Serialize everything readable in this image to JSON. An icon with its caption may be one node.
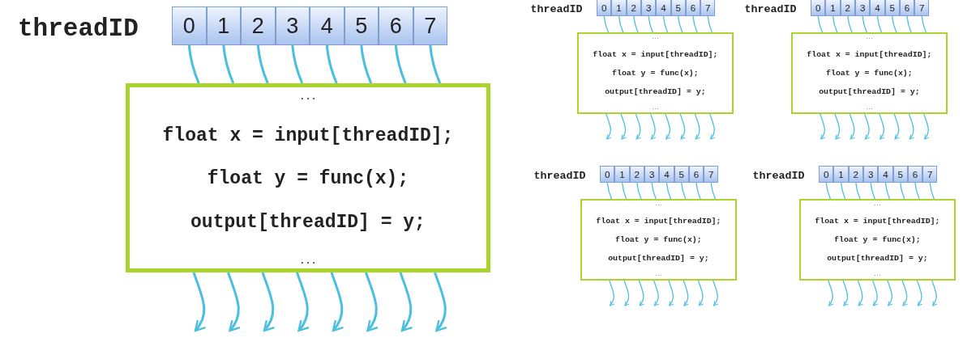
{
  "diagram": {
    "nodes": [
      {
        "text": [
          "0"
        ]
      },
      {
        "text": [
          "1"
        ]
      },
      {
        "text": [
          "2"
        ]
      },
      {
        "text": [
          "3"
        ]
      },
      {
        "text": [
          "4"
        ]
      },
      {
        "text": [
          "5"
        ]
      },
      {
        "text": [
          "6"
        ]
      },
      {
        "text": [
          "7"
        ]
      },
      {
        "text": [
          "...",
          "float x = input[threadID];",
          "float y = func(x);",
          "output[threadID] = y;",
          "..."
        ]
      },
      {
        "text": [
          "0"
        ]
      },
      {
        "text": [
          "1"
        ]
      },
      {
        "text": [
          "2"
        ]
      },
      {
        "text": [
          "3"
        ]
      },
      {
        "text": [
          "4"
        ]
      },
      {
        "text": [
          "5"
        ]
      },
      {
        "text": [
          "6"
        ]
      },
      {
        "text": [
          "7"
        ]
      },
      {
        "text": [
          "...",
          "float x = input[threadID];",
          "float y = func(x);",
          "output[threadID] = y;",
          "..."
        ]
      },
      {
        "text": [
          "0"
        ]
      },
      {
        "text": [
          "1"
        ]
      },
      {
        "text": [
          "2"
        ]
      },
      {
        "text": [
          "3"
        ]
      },
      {
        "text": [
          "4"
        ]
      },
      {
        "text": [
          "5"
        ]
      },
      {
        "text": [
          "6"
        ]
      },
      {
        "text": [
          "7"
        ]
      },
      {
        "text": [
          "...",
          "float x = input[threadID];",
          "float y = func(x);",
          "output[threadID] = y;",
          "..."
        ]
      },
      {
        "text": [
          "0"
        ]
      },
      {
        "text": [
          "1"
        ]
      },
      {
        "text": [
          "2"
        ]
      },
      {
        "text": [
          "3"
        ]
      },
      {
        "text": [
          "4"
        ]
      },
      {
        "text": [
          "5"
        ]
      },
      {
        "text": [
          "6"
        ]
      },
      {
        "text": [
          "7"
        ]
      },
      {
        "text": [
          "...",
          "float x = input[threadID];",
          "float y = func(x);",
          "output[threadID] = y;",
          "..."
        ]
      },
      {
        "text": [
          "0"
        ]
      },
      {
        "text": [
          "1"
        ]
      },
      {
        "text": [
          "2"
        ]
      },
      {
        "text": [
          "3"
        ]
      },
      {
        "text": [
          "4"
        ]
      },
      {
        "text": [
          "5"
        ]
      },
      {
        "text": [
          "6"
        ]
      },
      {
        "text": [
          "7"
        ]
      },
      {
        "text": [
          "...",
          "float x = input[threadID];",
          "float y = func(x);",
          "output[threadID] = y;",
          "..."
        ]
      }
    ],
    "edges": [
      {
        "from": 0,
        "to": 8,
        "arrow": "none"
      },
      {
        "from": 1,
        "to": 8,
        "arrow": "none"
      },
      {
        "from": 2,
        "to": 8,
        "arrow": "none"
      },
      {
        "from": 3,
        "to": 8,
        "arrow": "none"
      },
      {
        "from": 4,
        "to": 8,
        "arrow": "none"
      },
      {
        "from": 5,
        "to": 8,
        "arrow": "none"
      },
      {
        "from": 6,
        "to": 8,
        "arrow": "none"
      },
      {
        "from": 7,
        "to": 8,
        "arrow": "none"
      },
      {
        "from": 8,
        "to": null,
        "arrow": "to"
      },
      {
        "from": 8,
        "to": null,
        "arrow": "to"
      },
      {
        "from": 8,
        "to": null,
        "arrow": "to"
      },
      {
        "from": 8,
        "to": null,
        "arrow": "to"
      },
      {
        "from": 8,
        "to": null,
        "arrow": "to"
      },
      {
        "from": 8,
        "to": null,
        "arrow": "to"
      },
      {
        "from": 8,
        "to": null,
        "arrow": "to"
      },
      {
        "from": 8,
        "to": null,
        "arrow": "to"
      },
      {
        "from": 9,
        "to": 17,
        "arrow": "none"
      },
      {
        "from": 10,
        "to": 17,
        "arrow": "none"
      },
      {
        "from": 11,
        "to": 17,
        "arrow": "none"
      },
      {
        "from": 12,
        "to": 17,
        "arrow": "none"
      },
      {
        "from": 13,
        "to": 17,
        "arrow": "none"
      },
      {
        "from": 14,
        "to": 17,
        "arrow": "none"
      },
      {
        "from": 15,
        "to": 17,
        "arrow": "none"
      },
      {
        "from": 16,
        "to": 17,
        "arrow": "none"
      },
      {
        "from": 17,
        "to": null,
        "arrow": "to"
      },
      {
        "from": 17,
        "to": null,
        "arrow": "to"
      },
      {
        "from": 17,
        "to": null,
        "arrow": "to"
      },
      {
        "from": 17,
        "to": null,
        "arrow": "to"
      },
      {
        "from": 17,
        "to": null,
        "arrow": "to"
      },
      {
        "from": 17,
        "to": null,
        "arrow": "to"
      },
      {
        "from": 17,
        "to": null,
        "arrow": "to"
      },
      {
        "from": 17,
        "to": null,
        "arrow": "to"
      },
      {
        "from": 18,
        "to": 26,
        "arrow": "none"
      },
      {
        "from": 19,
        "to": 26,
        "arrow": "none"
      },
      {
        "from": 20,
        "to": 26,
        "arrow": "none"
      },
      {
        "from": 21,
        "to": 26,
        "arrow": "none"
      },
      {
        "from": 22,
        "to": 26,
        "arrow": "none"
      },
      {
        "from": 23,
        "to": 26,
        "arrow": "none"
      },
      {
        "from": 24,
        "to": 26,
        "arrow": "none"
      },
      {
        "from": 25,
        "to": 26,
        "arrow": "none"
      },
      {
        "from": 26,
        "to": null,
        "arrow": "to"
      },
      {
        "from": 26,
        "to": null,
        "arrow": "to"
      },
      {
        "from": 26,
        "to": null,
        "arrow": "to"
      },
      {
        "from": 26,
        "to": null,
        "arrow": "to"
      },
      {
        "from": 26,
        "to": null,
        "arrow": "to"
      },
      {
        "from": 26,
        "to": null,
        "arrow": "to"
      },
      {
        "from": 26,
        "to": null,
        "arrow": "to"
      },
      {
        "from": 26,
        "to": null,
        "arrow": "to"
      },
      {
        "from": 27,
        "to": 35,
        "arrow": "none"
      },
      {
        "from": 28,
        "to": 35,
        "arrow": "none"
      },
      {
        "from": 29,
        "to": 35,
        "arrow": "none"
      },
      {
        "from": 30,
        "to": 35,
        "arrow": "none"
      },
      {
        "from": 31,
        "to": 35,
        "arrow": "none"
      },
      {
        "from": 32,
        "to": 35,
        "arrow": "none"
      },
      {
        "from": 33,
        "to": 35,
        "arrow": "none"
      },
      {
        "from": 34,
        "to": 35,
        "arrow": "none"
      },
      {
        "from": 35,
        "to": null,
        "arrow": "to"
      },
      {
        "from": 35,
        "to": null,
        "arrow": "to"
      },
      {
        "from": 35,
        "to": null,
        "arrow": "to"
      },
      {
        "from": 35,
        "to": null,
        "arrow": "to"
      },
      {
        "from": 35,
        "to": null,
        "arrow": "to"
      },
      {
        "from": 35,
        "to": null,
        "arrow": "to"
      },
      {
        "from": 35,
        "to": null,
        "arrow": "to"
      },
      {
        "from": 35,
        "to": null,
        "arrow": "to"
      },
      {
        "from": 36,
        "to": 44,
        "arrow": "none"
      },
      {
        "from": 37,
        "to": 44,
        "arrow": "none"
      },
      {
        "from": 38,
        "to": 44,
        "arrow": "none"
      },
      {
        "from": 39,
        "to": 44,
        "arrow": "none"
      },
      {
        "from": 40,
        "to": 44,
        "arrow": "none"
      },
      {
        "from": 41,
        "to": 44,
        "arrow": "none"
      },
      {
        "from": 42,
        "to": 44,
        "arrow": "none"
      },
      {
        "from": 43,
        "to": 44,
        "arrow": "none"
      },
      {
        "from": 44,
        "to": null,
        "arrow": "to"
      },
      {
        "from": 44,
        "to": null,
        "arrow": "to"
      },
      {
        "from": 44,
        "to": null,
        "arrow": "to"
      },
      {
        "from": 44,
        "to": null,
        "arrow": "to"
      },
      {
        "from": 44,
        "to": null,
        "arrow": "to"
      },
      {
        "from": 44,
        "to": null,
        "arrow": "to"
      },
      {
        "from": 44,
        "to": null,
        "arrow": "to"
      },
      {
        "from": 44,
        "to": null,
        "arrow": "to"
      }
    ],
    "labels": [
      "threadID",
      "threadID",
      "threadID",
      "threadID",
      "threadID"
    ]
  }
}
